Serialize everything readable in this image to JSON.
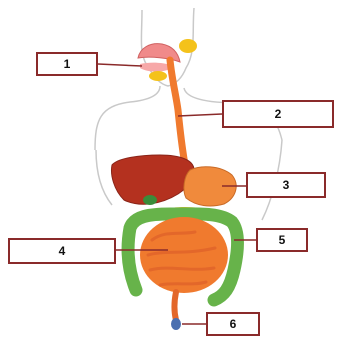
{
  "diagram": {
    "labels": [
      {
        "id": "1",
        "text": "1"
      },
      {
        "id": "2",
        "text": "2"
      },
      {
        "id": "3",
        "text": "3"
      },
      {
        "id": "4",
        "text": "4"
      },
      {
        "id": "5",
        "text": "5"
      },
      {
        "id": "6",
        "text": "6"
      }
    ],
    "colors": {
      "label_border": "#8a2a2a",
      "pointer_line": "#8a2a2a",
      "body_outline": "#c9c9c9",
      "esophagus": "#f07a2e",
      "liver": "#b4311f",
      "stomach": "#f08a3c",
      "small_intestine": "#f07a2e",
      "large_intestine": "#67b34a",
      "salivary_glands": "#f4c21b",
      "gallbladder": "#3a8c3a",
      "rectum": "#4a6fb0"
    }
  }
}
